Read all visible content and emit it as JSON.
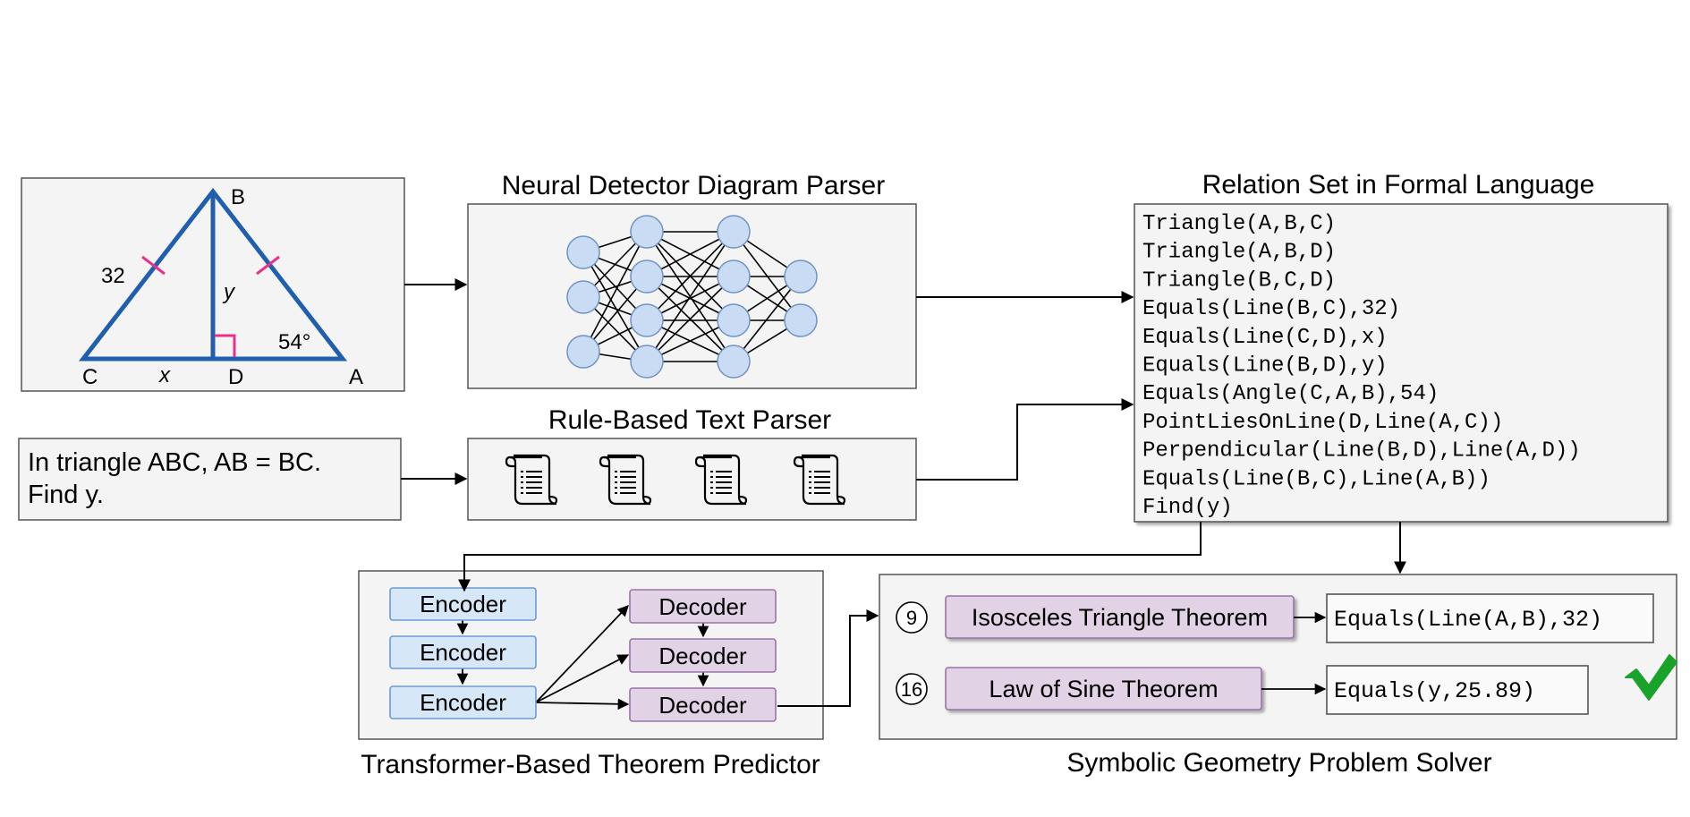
{
  "triangle": {
    "label_b": "B",
    "label_c": "C",
    "label_d": "D",
    "label_a": "A",
    "side_bc": "32",
    "side_x": "x",
    "side_y": "y",
    "angle_a": "54°"
  },
  "neural_parser": {
    "title": "Neural Detector Diagram Parser"
  },
  "text_parser": {
    "title": "Rule-Based Text Parser"
  },
  "problem_text": {
    "line1": "In triangle ABC, AB = BC.",
    "line2": "Find y."
  },
  "relation_set": {
    "title": "Relation Set in Formal Language",
    "lines": [
      "Triangle(A,B,C)",
      "Triangle(A,B,D)",
      "Triangle(B,C,D)",
      "Equals(Line(B,C),32)",
      "Equals(Line(C,D),x)",
      "Equals(Line(B,D),y)",
      "Equals(Angle(C,A,B),54)",
      "PointLiesOnLine(D,Line(A,C))",
      "Perpendicular(Line(B,D),Line(A,D))",
      "Equals(Line(B,C),Line(A,B))",
      "Find(y)"
    ]
  },
  "theorem_predictor": {
    "title": "Transformer-Based Theorem Predictor",
    "encoders": [
      "Encoder",
      "Encoder",
      "Encoder"
    ],
    "decoders": [
      "Decoder",
      "Decoder",
      "Decoder"
    ]
  },
  "solver": {
    "title": "Symbolic Geometry Problem Solver",
    "steps": [
      {
        "number": "9",
        "theorem": "Isosceles Triangle Theorem",
        "result": "Equals(Line(A,B),32)"
      },
      {
        "number": "16",
        "theorem": "Law of Sine Theorem",
        "result": "Equals(y,25.89)"
      }
    ]
  },
  "colors": {
    "triangle_stroke": "#1f5fad",
    "tick_mark": "#e8318a",
    "node_fill": "#c9dcf3",
    "node_stroke": "#6f93c6",
    "encoder_fill": "#d6e7f8",
    "encoder_stroke": "#6c9bd2",
    "decoder_fill": "#e2d2e6",
    "decoder_stroke": "#9a73a8",
    "panel_fill": "#f4f4f4",
    "panel_stroke": "#555555",
    "check_green": "#1aa32a"
  }
}
